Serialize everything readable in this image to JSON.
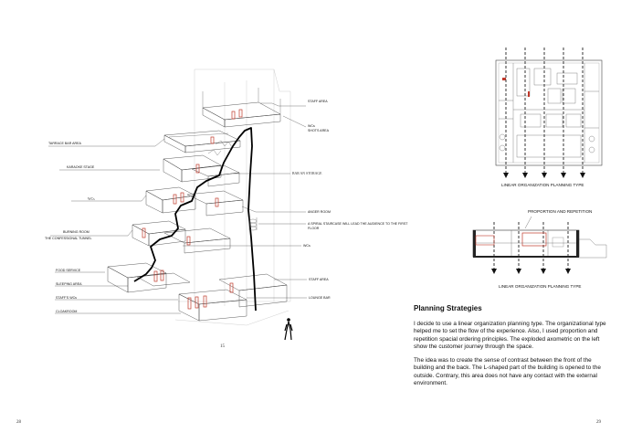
{
  "axonometric_labels": {
    "staff_area_top": "STAFF AREA",
    "wcs_top": "WCs",
    "shots_area": "SHOTS AREA",
    "tarrace_bar_area": "TARRACE BAR AREA",
    "karaoke_stage": "KARAOKE STAGE",
    "bar_storage": "BAR AN STORAGE",
    "wcs_left": "WCs",
    "anger_room": "ANGER ROOM",
    "spiral_staircase": "A SPIRAL STAIRCASE WILL LEAD THE AUDIENCE TO THE FIRST FLOOR",
    "burning_room": "BURNING ROOM",
    "confessional_tunnel": "THE CONFESSIONAL TUNNEL",
    "wcs_right": "WCs",
    "food_service": "FOOD SERVICE",
    "sleeping_area": "SLEEPING AREA",
    "staff_area_bottom": "STAFF AREA",
    "staffs_wcs": "STAFF'S WCs",
    "lounge_bar": "LOUNGE BAR",
    "cloakroom": "CLOAKROOM"
  },
  "figure_number": "15",
  "plan_caption": "LINEAR ORGANIZATION PLANNING TYPE",
  "section_title": "PROPORTION AND REPETITION",
  "section_caption": "LINEAR ORGANIZATION PLANNING TYPE",
  "text": {
    "heading": "Planning Strategies",
    "paragraph1": "I decide to use a linear organization planning type. The organizational type helped me to set the flow of the experience. Also, I used proportion and repetition spacial ordering principles. The exploded axometric on the left show the customer journey through the space.",
    "paragraph2": "The idea was to create the sense of contrast between the front of the building and the back. The L-shaped part of the building is opened to the outside. Contrary, this area does not have any contact with the external environment."
  },
  "page_numbers": {
    "left": "28",
    "right": "29"
  }
}
